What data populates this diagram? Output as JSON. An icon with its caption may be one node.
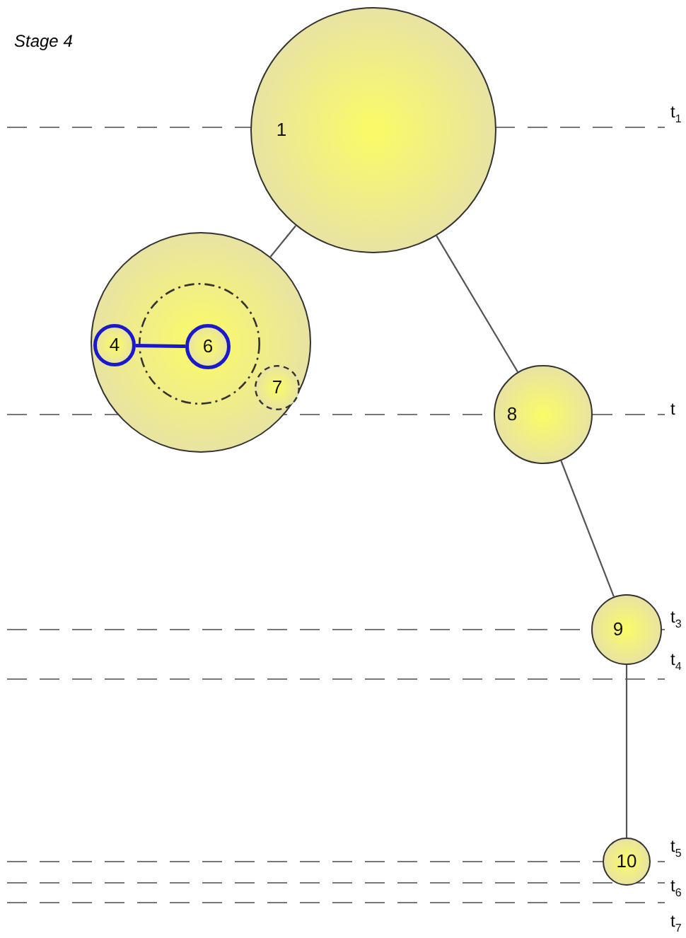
{
  "diagram": {
    "title": "Stage 4",
    "nodes": [
      {
        "text": [
          "1"
        ]
      },
      {
        "text": [],
        "shape": "circle"
      },
      {
        "text": [],
        "shape": "circle",
        "in": 1
      },
      {
        "text": [
          "4"
        ],
        "in": 1
      },
      {
        "text": [
          "6"
        ],
        "in": 2
      },
      {
        "text": [
          "7"
        ],
        "in": 1
      },
      {
        "text": [
          "8"
        ]
      },
      {
        "text": [
          "9"
        ]
      },
      {
        "text": [
          "10"
        ]
      }
    ],
    "edges": [
      {
        "from": 0,
        "to": 1,
        "arrow": "none"
      },
      {
        "from": 3,
        "to": 4,
        "arrow": "none",
        "color": "#1a1acc"
      },
      {
        "from": 0,
        "to": 6,
        "arrow": "none"
      },
      {
        "from": 6,
        "to": 7,
        "arrow": "none"
      },
      {
        "from": 7,
        "to": 8,
        "arrow": "none"
      }
    ],
    "labels": [
      "t$_{1}$",
      "t",
      "t$_{3}$",
      "t$_{4}$",
      "t$_{5}$",
      "t$_{6}$",
      "t$_{7}$"
    ]
  }
}
